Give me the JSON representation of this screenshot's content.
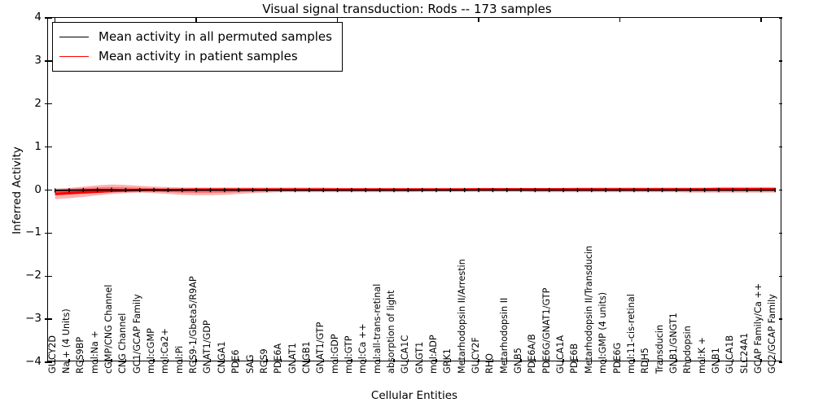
{
  "chart_data": {
    "type": "line",
    "title": "Visual signal transduction: Rods -- 173 samples",
    "xlabel": "Cellular Entities",
    "ylabel": "Inferred Activity",
    "ylim": [
      -4,
      4
    ],
    "yticks": [
      4,
      3,
      2,
      1,
      0,
      -1,
      -2,
      -3,
      -4
    ],
    "ytick_labels": [
      "4",
      "3",
      "2",
      "1",
      "0",
      "−1",
      "−2",
      "−3",
      "−4"
    ],
    "grid": false,
    "legend_position": "upper left",
    "legend": [
      {
        "label": "Mean activity in all permuted samples",
        "color": "#000000",
        "style": "solid"
      },
      {
        "label": "Mean activity in patient samples",
        "color": "#ff0000",
        "style": "solid"
      }
    ],
    "categories": [
      "GUCY2D",
      "Na + (4 Units)",
      "RGS9BP",
      "mol:Na +",
      "cGMP/CNG Channel",
      "CNG Channel",
      "GC1/GCAP Family",
      "mol:cGMP",
      "mol:Ca2+",
      "mol:Pi",
      "RGS9-1/Gbeta5/R9AP",
      "GNAT1/GDP",
      "CNGA1",
      "PDE6",
      "SAG",
      "RGS9",
      "PDE6A",
      "GNAT1",
      "CNGB1",
      "GNAT1/GTP",
      "mol:GDP",
      "mol:GTP",
      "mol:Ca ++",
      "mol:all-trans-retinal",
      "absorption of light",
      "GUCA1C",
      "GNGT1",
      "mol:ADP",
      "GRK1",
      "Metarhodopsin II/Arrestin",
      "GUCY2F",
      "RHO",
      "Metarhodopsin II",
      "GNB5",
      "PDE6A/B",
      "PDE6G/GNAT1/GTP",
      "GUCA1A",
      "PDE6B",
      "Metarhodopsin II/Transducin",
      "mol:GMP (4 units)",
      "PDE6G",
      "mol:11-cis-retinal",
      "RDH5",
      "Transducin",
      "GNB1/GNGT1",
      "Rhodopsin",
      "mol:K +",
      "GNB1",
      "GUCA1B",
      "SLC24A1",
      "GCAP Family/Ca ++",
      "GC2/GCAP Family"
    ],
    "series": [
      {
        "name": "Mean activity in all permuted samples",
        "color": "#000000",
        "values": [
          -0.01,
          -0.005,
          0.0,
          0.005,
          0.005,
          0.0,
          0.0,
          0.005,
          0.0,
          0.0,
          0.0,
          0.0,
          0.0,
          0.0,
          0.0,
          0.0,
          0.0,
          0.0,
          0.0,
          0.0,
          0.0,
          0.0,
          0.0,
          0.0,
          0.0,
          0.0,
          0.0,
          0.0,
          0.0,
          0.0,
          0.0,
          0.0,
          0.0,
          0.0,
          0.0,
          0.0,
          0.0,
          0.0,
          0.0,
          0.0,
          0.0,
          0.0,
          0.0,
          0.0,
          0.0,
          0.0,
          0.0,
          0.0,
          0.0,
          0.0,
          0.0,
          0.0
        ],
        "band_low": [
          -0.05,
          -0.04,
          -0.03,
          -0.03,
          -0.03,
          -0.02,
          -0.02,
          -0.02,
          -0.02,
          -0.02,
          -0.02,
          -0.02,
          -0.02,
          -0.02,
          -0.02,
          -0.02,
          -0.02,
          -0.02,
          -0.02,
          -0.02,
          -0.02,
          -0.02,
          -0.02,
          -0.02,
          -0.02,
          -0.02,
          -0.02,
          -0.02,
          -0.02,
          -0.02,
          -0.02,
          -0.02,
          -0.02,
          -0.02,
          -0.02,
          -0.02,
          -0.02,
          -0.02,
          -0.02,
          -0.02,
          -0.02,
          -0.02,
          -0.02,
          -0.02,
          -0.02,
          -0.02,
          -0.02,
          -0.02,
          -0.02,
          -0.02,
          -0.02,
          -0.02
        ],
        "band_high": [
          0.04,
          0.035,
          0.03,
          0.03,
          0.03,
          0.02,
          0.02,
          0.02,
          0.02,
          0.02,
          0.02,
          0.02,
          0.02,
          0.02,
          0.02,
          0.02,
          0.02,
          0.02,
          0.02,
          0.02,
          0.02,
          0.02,
          0.02,
          0.02,
          0.02,
          0.02,
          0.02,
          0.02,
          0.02,
          0.02,
          0.02,
          0.02,
          0.02,
          0.02,
          0.02,
          0.02,
          0.02,
          0.02,
          0.02,
          0.02,
          0.02,
          0.02,
          0.02,
          0.02,
          0.02,
          0.02,
          0.02,
          0.02,
          0.02,
          0.02,
          0.02,
          0.02
        ]
      },
      {
        "name": "Mean activity in patient samples",
        "color": "#ff0000",
        "values": [
          -0.09,
          -0.07,
          -0.05,
          -0.035,
          -0.02,
          -0.01,
          0.0,
          0.0,
          0.0,
          0.005,
          0.01,
          0.01,
          0.01,
          0.01,
          0.01,
          0.01,
          0.01,
          0.01,
          0.01,
          0.01,
          0.01,
          0.01,
          0.01,
          0.01,
          0.01,
          0.01,
          0.01,
          0.01,
          0.01,
          0.01,
          0.015,
          0.015,
          0.015,
          0.015,
          0.015,
          0.015,
          0.015,
          0.015,
          0.015,
          0.015,
          0.015,
          0.015,
          0.015,
          0.015,
          0.015,
          0.015,
          0.015,
          0.02,
          0.02,
          0.02,
          0.02,
          0.02
        ],
        "band_low": [
          -0.21,
          -0.19,
          -0.16,
          -0.12,
          -0.09,
          -0.07,
          -0.06,
          -0.07,
          -0.09,
          -0.11,
          -0.12,
          -0.12,
          -0.11,
          -0.09,
          -0.07,
          -0.06,
          -0.05,
          -0.05,
          -0.05,
          -0.05,
          -0.05,
          -0.05,
          -0.05,
          -0.05,
          -0.05,
          -0.05,
          -0.04,
          -0.04,
          -0.04,
          -0.04,
          -0.04,
          -0.04,
          -0.04,
          -0.04,
          -0.05,
          -0.05,
          -0.05,
          -0.05,
          -0.05,
          -0.05,
          -0.05,
          -0.05,
          -0.05,
          -0.05,
          -0.05,
          -0.06,
          -0.06,
          -0.06,
          -0.06,
          -0.06,
          -0.06,
          -0.06
        ],
        "band_high": [
          0.03,
          0.05,
          0.08,
          0.11,
          0.13,
          0.12,
          0.1,
          0.08,
          0.07,
          0.06,
          0.06,
          0.06,
          0.06,
          0.06,
          0.06,
          0.06,
          0.06,
          0.06,
          0.06,
          0.06,
          0.05,
          0.05,
          0.05,
          0.05,
          0.05,
          0.05,
          0.05,
          0.05,
          0.05,
          0.05,
          0.05,
          0.05,
          0.05,
          0.05,
          0.05,
          0.05,
          0.05,
          0.06,
          0.06,
          0.06,
          0.06,
          0.06,
          0.06,
          0.06,
          0.06,
          0.06,
          0.06,
          0.07,
          0.07,
          0.07,
          0.07,
          0.07
        ]
      }
    ]
  }
}
